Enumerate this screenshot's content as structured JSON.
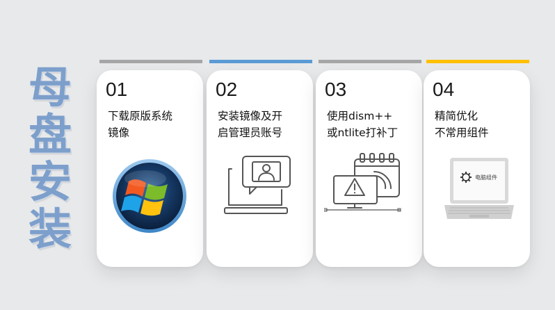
{
  "heading": {
    "chars": [
      "母",
      "盘",
      "安",
      "装"
    ]
  },
  "steps": [
    {
      "number": "01",
      "lines": [
        "下载原版系统",
        "镜像"
      ],
      "accent": "#a6a6a6",
      "icon": "windows-logo-icon"
    },
    {
      "number": "02",
      "lines": [
        "安装镜像及开",
        "启管理员账号"
      ],
      "accent": "#5b9bd5",
      "icon": "admin-laptop-icon"
    },
    {
      "number": "03",
      "lines": [
        "使用dism++",
        "或ntlite打补丁"
      ],
      "accent": "#a6a6a6",
      "icon": "calendar-warning-icon"
    },
    {
      "number": "04",
      "lines": [
        "精简优化",
        "不常用组件"
      ],
      "accent": "#ffc000",
      "icon": "laptop-gear-icon"
    }
  ],
  "laptop_screen_text": "电脑组件"
}
